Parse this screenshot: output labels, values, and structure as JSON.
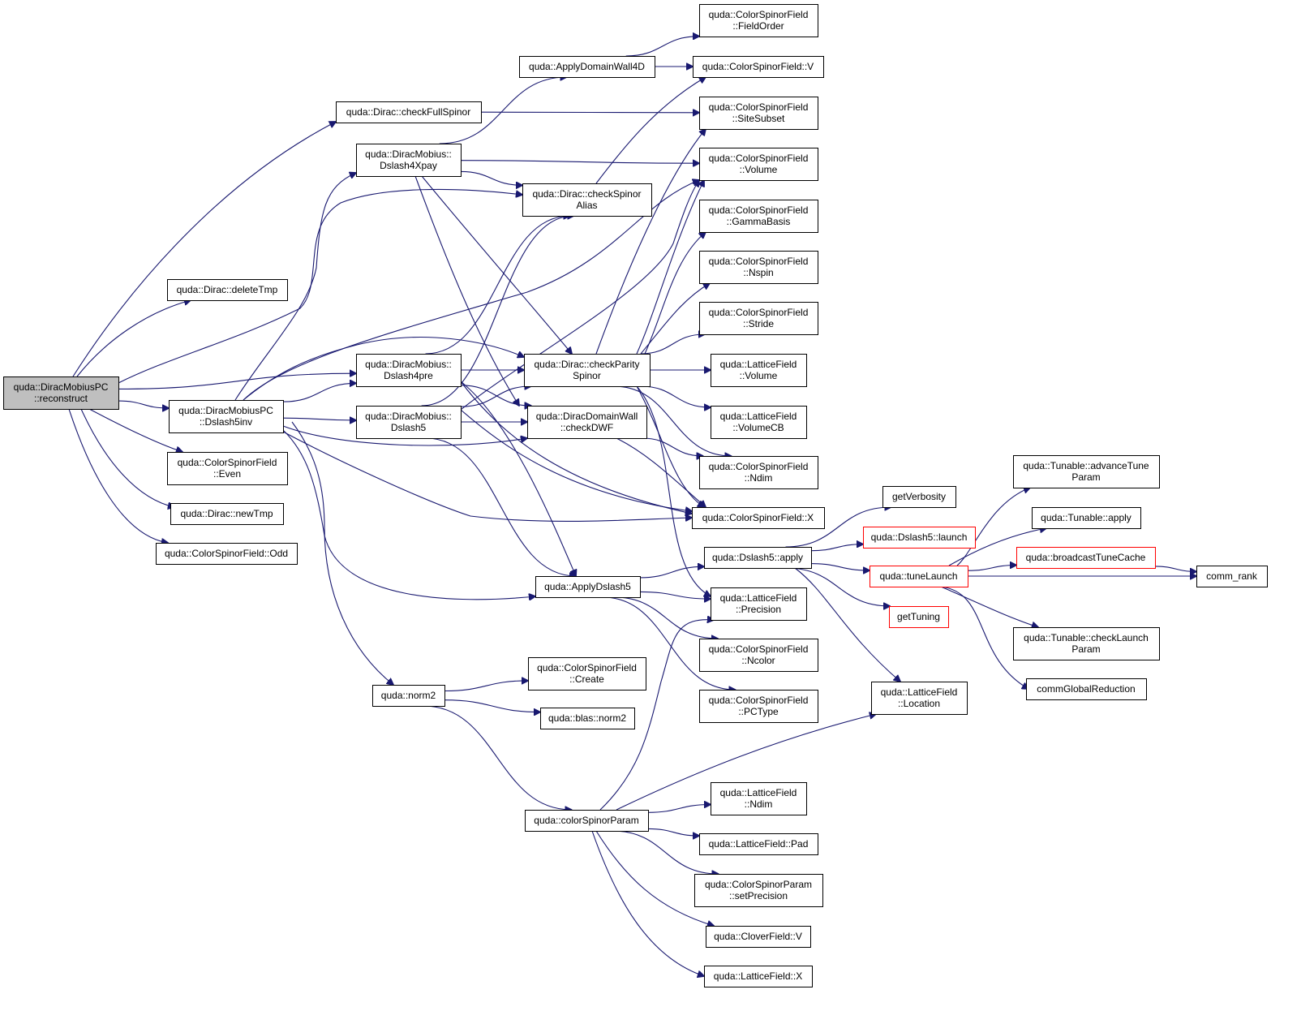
{
  "colors": {
    "edge": "#191970",
    "node_border": "#000000",
    "node_border_truncated": "#ff0000",
    "root_fill": "#bfbfbf",
    "background": "#ffffff"
  },
  "nodes": {
    "n01": {
      "lines": [
        "quda::DiracMobiusPC",
        "::reconstruct"
      ],
      "style": "root"
    },
    "n02": {
      "lines": [
        "quda::Dirac::checkFullSpinor"
      ]
    },
    "n03": {
      "lines": [
        "quda::Dirac::deleteTmp"
      ]
    },
    "n04": {
      "lines": [
        "quda::DiracMobiusPC",
        "::Dslash5inv"
      ]
    },
    "n05": {
      "lines": [
        "quda::ColorSpinorField",
        "::Even"
      ]
    },
    "n06": {
      "lines": [
        "quda::Dirac::newTmp"
      ]
    },
    "n07": {
      "lines": [
        "quda::ColorSpinorField::Odd"
      ]
    },
    "n08": {
      "lines": [
        "quda::DiracMobius::",
        "Dslash4Xpay"
      ]
    },
    "n09": {
      "lines": [
        "quda::DiracMobius::",
        "Dslash4pre"
      ]
    },
    "n10": {
      "lines": [
        "quda::DiracMobius::",
        "Dslash5"
      ]
    },
    "n11": {
      "lines": [
        "quda::norm2"
      ]
    },
    "n12": {
      "lines": [
        "quda::ApplyDomainWall4D"
      ]
    },
    "n13": {
      "lines": [
        "quda::Dirac::checkSpinor",
        "Alias"
      ]
    },
    "n14": {
      "lines": [
        "quda::Dirac::checkParity",
        "Spinor"
      ]
    },
    "n15": {
      "lines": [
        "quda::DiracDomainWall",
        "::checkDWF"
      ]
    },
    "n16": {
      "lines": [
        "quda::ApplyDslash5"
      ]
    },
    "n17": {
      "lines": [
        "quda::ColorSpinorField",
        "::Create"
      ]
    },
    "n18": {
      "lines": [
        "quda::blas::norm2"
      ]
    },
    "n19": {
      "lines": [
        "quda::colorSpinorParam"
      ]
    },
    "n20": {
      "lines": [
        "quda::ColorSpinorField",
        "::FieldOrder"
      ]
    },
    "n21": {
      "lines": [
        "quda::ColorSpinorField::V"
      ]
    },
    "n22": {
      "lines": [
        "quda::ColorSpinorField",
        "::SiteSubset"
      ]
    },
    "n23": {
      "lines": [
        "quda::ColorSpinorField",
        "::Volume"
      ]
    },
    "n24": {
      "lines": [
        "quda::ColorSpinorField",
        "::GammaBasis"
      ]
    },
    "n25": {
      "lines": [
        "quda::ColorSpinorField",
        "::Nspin"
      ]
    },
    "n26": {
      "lines": [
        "quda::ColorSpinorField",
        "::Stride"
      ]
    },
    "n27": {
      "lines": [
        "quda::LatticeField",
        "::Volume"
      ]
    },
    "n28": {
      "lines": [
        "quda::LatticeField",
        "::VolumeCB"
      ]
    },
    "n29": {
      "lines": [
        "quda::ColorSpinorField",
        "::Ndim"
      ]
    },
    "n30": {
      "lines": [
        "quda::ColorSpinorField::X"
      ]
    },
    "n31": {
      "lines": [
        "quda::Dslash5::apply"
      ]
    },
    "n32": {
      "lines": [
        "quda::LatticeField",
        "::Precision"
      ]
    },
    "n33": {
      "lines": [
        "quda::ColorSpinorField",
        "::Ncolor"
      ]
    },
    "n34": {
      "lines": [
        "quda::ColorSpinorField",
        "::PCType"
      ]
    },
    "n35": {
      "lines": [
        "quda::LatticeField",
        "::Ndim"
      ]
    },
    "n36": {
      "lines": [
        "quda::LatticeField::Pad"
      ]
    },
    "n37": {
      "lines": [
        "quda::ColorSpinorParam",
        "::setPrecision"
      ]
    },
    "n38": {
      "lines": [
        "quda::CloverField::V"
      ]
    },
    "n39": {
      "lines": [
        "quda::LatticeField::X"
      ]
    },
    "n40": {
      "lines": [
        "getVerbosity"
      ]
    },
    "n41": {
      "lines": [
        "quda::Dslash5::launch"
      ],
      "style": "red"
    },
    "n42": {
      "lines": [
        "quda::tuneLaunch"
      ],
      "style": "red"
    },
    "n43": {
      "lines": [
        "getTuning"
      ],
      "style": "red"
    },
    "n44": {
      "lines": [
        "quda::LatticeField",
        "::Location"
      ]
    },
    "n45": {
      "lines": [
        "quda::Tunable::advanceTune",
        "Param"
      ]
    },
    "n46": {
      "lines": [
        "quda::Tunable::apply"
      ]
    },
    "n47": {
      "lines": [
        "quda::broadcastTuneCache"
      ],
      "style": "red"
    },
    "n48": {
      "lines": [
        "quda::Tunable::checkLaunch",
        "Param"
      ]
    },
    "n49": {
      "lines": [
        "commGlobalReduction"
      ]
    },
    "n50": {
      "lines": [
        "comm_rank"
      ]
    }
  },
  "edges": [
    [
      "n01",
      "n02"
    ],
    [
      "n01",
      "n03"
    ],
    [
      "n01",
      "n04"
    ],
    [
      "n01",
      "n05"
    ],
    [
      "n01",
      "n06"
    ],
    [
      "n01",
      "n07"
    ],
    [
      "n01",
      "n09"
    ],
    [
      "n01",
      "n13"
    ],
    [
      "n02",
      "n22"
    ],
    [
      "n04",
      "n08"
    ],
    [
      "n04",
      "n09"
    ],
    [
      "n04",
      "n10"
    ],
    [
      "n04",
      "n11"
    ],
    [
      "n04",
      "n14"
    ],
    [
      "n04",
      "n15"
    ],
    [
      "n04",
      "n16"
    ],
    [
      "n04",
      "n23"
    ],
    [
      "n04",
      "n30"
    ],
    [
      "n08",
      "n12"
    ],
    [
      "n08",
      "n13"
    ],
    [
      "n08",
      "n14"
    ],
    [
      "n08",
      "n15"
    ],
    [
      "n08",
      "n23"
    ],
    [
      "n09",
      "n13"
    ],
    [
      "n09",
      "n14"
    ],
    [
      "n09",
      "n15"
    ],
    [
      "n09",
      "n16"
    ],
    [
      "n09",
      "n30"
    ],
    [
      "n10",
      "n13"
    ],
    [
      "n10",
      "n14"
    ],
    [
      "n10",
      "n15"
    ],
    [
      "n10",
      "n16"
    ],
    [
      "n10",
      "n23"
    ],
    [
      "n10",
      "n30"
    ],
    [
      "n11",
      "n17"
    ],
    [
      "n11",
      "n18"
    ],
    [
      "n11",
      "n19"
    ],
    [
      "n12",
      "n20"
    ],
    [
      "n12",
      "n21"
    ],
    [
      "n13",
      "n21"
    ],
    [
      "n14",
      "n22"
    ],
    [
      "n14",
      "n23"
    ],
    [
      "n14",
      "n24"
    ],
    [
      "n14",
      "n25"
    ],
    [
      "n14",
      "n26"
    ],
    [
      "n14",
      "n27"
    ],
    [
      "n14",
      "n28"
    ],
    [
      "n14",
      "n29"
    ],
    [
      "n14",
      "n30"
    ],
    [
      "n14",
      "n32"
    ],
    [
      "n15",
      "n29"
    ],
    [
      "n15",
      "n30"
    ],
    [
      "n16",
      "n31"
    ],
    [
      "n16",
      "n32"
    ],
    [
      "n16",
      "n33"
    ],
    [
      "n16",
      "n34"
    ],
    [
      "n19",
      "n32"
    ],
    [
      "n19",
      "n35"
    ],
    [
      "n19",
      "n36"
    ],
    [
      "n19",
      "n37"
    ],
    [
      "n19",
      "n38"
    ],
    [
      "n19",
      "n39"
    ],
    [
      "n19",
      "n44"
    ],
    [
      "n31",
      "n40"
    ],
    [
      "n31",
      "n41"
    ],
    [
      "n31",
      "n42"
    ],
    [
      "n31",
      "n43"
    ],
    [
      "n31",
      "n44"
    ],
    [
      "n42",
      "n45"
    ],
    [
      "n42",
      "n46"
    ],
    [
      "n42",
      "n47"
    ],
    [
      "n42",
      "n48"
    ],
    [
      "n42",
      "n49"
    ],
    [
      "n42",
      "n50"
    ],
    [
      "n47",
      "n50"
    ]
  ]
}
